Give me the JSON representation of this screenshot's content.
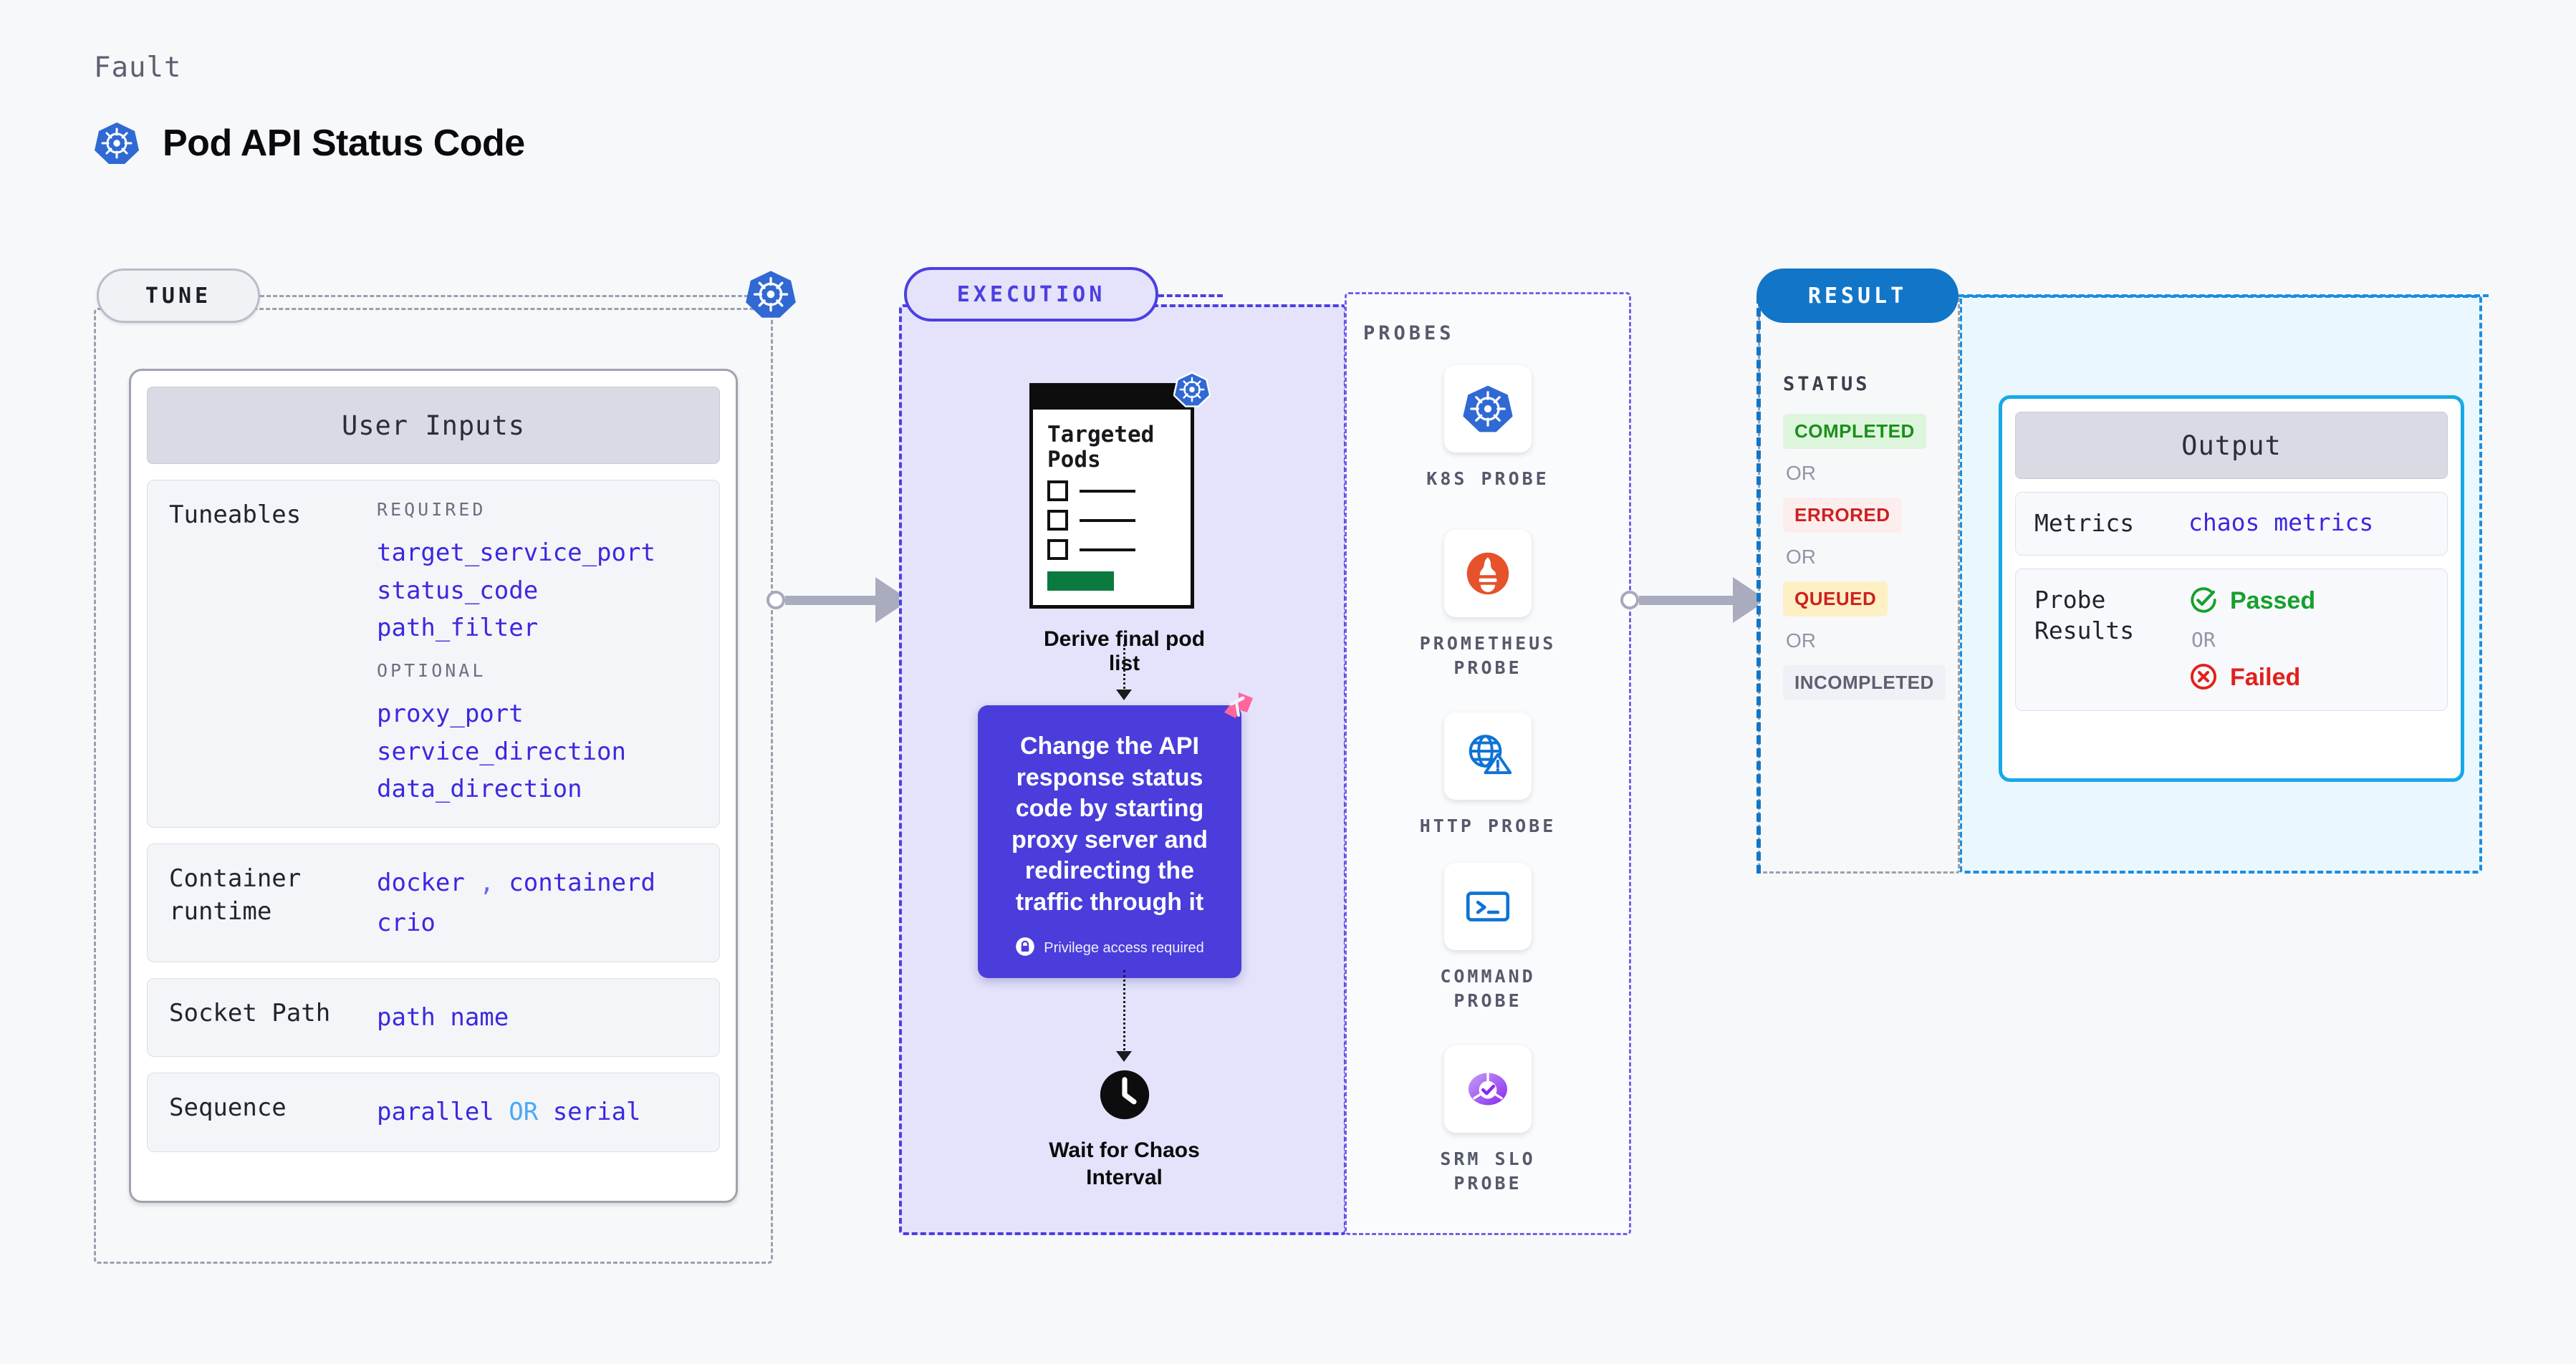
{
  "header": {
    "eyebrow": "Fault",
    "title": "Pod API Status Code",
    "icon": "kubernetes-icon"
  },
  "tune": {
    "badge": "TUNE",
    "node_icon": "kubernetes-icon",
    "card": {
      "title": "User Inputs",
      "rows": [
        {
          "label": "Tuneables",
          "groups": [
            {
              "heading": "REQUIRED",
              "items": [
                "target_service_port",
                "status_code",
                "path_filter"
              ]
            },
            {
              "heading": "OPTIONAL",
              "items": [
                "proxy_port",
                "service_direction",
                "data_direction"
              ]
            }
          ]
        },
        {
          "label": "Container runtime",
          "value_line1": "docker",
          "separator": ",",
          "value_line2": "containerd",
          "value_line3": "crio"
        },
        {
          "label": "Socket Path",
          "value": "path name"
        },
        {
          "label": "Sequence",
          "value_a": "parallel",
          "conjunction": "OR",
          "value_b": "serial"
        }
      ]
    }
  },
  "execution": {
    "badge": "EXECUTION",
    "targeted_pods": {
      "title_line1": "Targeted",
      "title_line2": "Pods",
      "icon": "kubernetes-icon",
      "checkbox_count": 3
    },
    "derive_caption": "Derive final pod list",
    "action_card": {
      "text": "Change the API response status code by starting proxy server and redirecting the traffic through it",
      "privilege_note": "Privilege access required",
      "privilege_icon": "lock-icon",
      "corner_icon": "harness-logo-icon"
    },
    "wait_step": {
      "icon": "clock-icon",
      "caption_line1": "Wait for Chaos",
      "caption_line2": "Interval"
    }
  },
  "probes": {
    "title": "PROBES",
    "items": [
      {
        "label_line1": "K8S PROBE",
        "label_line2": "",
        "icon": "kubernetes-icon"
      },
      {
        "label_line1": "PROMETHEUS",
        "label_line2": "PROBE",
        "icon": "prometheus-icon"
      },
      {
        "label_line1": "HTTP PROBE",
        "label_line2": "",
        "icon": "http-globe-warning-icon"
      },
      {
        "label_line1": "COMMAND",
        "label_line2": "PROBE",
        "icon": "terminal-icon"
      },
      {
        "label_line1": "SRM SLO",
        "label_line2": "PROBE",
        "icon": "srm-slo-check-icon"
      }
    ]
  },
  "result": {
    "badge": "RESULT",
    "status_title": "STATUS",
    "or_label": "OR",
    "statuses": [
      {
        "label": "COMPLETED",
        "bg": "#ddf5dd",
        "fg": "#1a8f1a"
      },
      {
        "label": "ERRORED",
        "bg": "#fdeeee",
        "fg": "#cf1f1f"
      },
      {
        "label": "QUEUED",
        "bg": "#fdf0c4",
        "fg": "#cf1f1f"
      },
      {
        "label": "INCOMPLETED",
        "bg": "#f0f1f6",
        "fg": "#5c6070"
      }
    ],
    "output_card": {
      "title": "Output",
      "metrics_label": "Metrics",
      "metrics_value": "chaos metrics",
      "probe_results_label_line1": "Probe",
      "probe_results_label_line2": "Results",
      "passed_label": "Passed",
      "passed_icon": "check-circle-icon",
      "failed_label": "Failed",
      "failed_icon": "x-circle-icon",
      "or_label": "OR"
    }
  },
  "colors": {
    "accent_indigo": "#4c3fe0",
    "accent_blue": "#1276c8",
    "accent_cyan": "#18a8e8",
    "code_text": "#3b28e0",
    "kubernetes_blue": "#3069d3",
    "harness_pink": "#ff669b"
  }
}
